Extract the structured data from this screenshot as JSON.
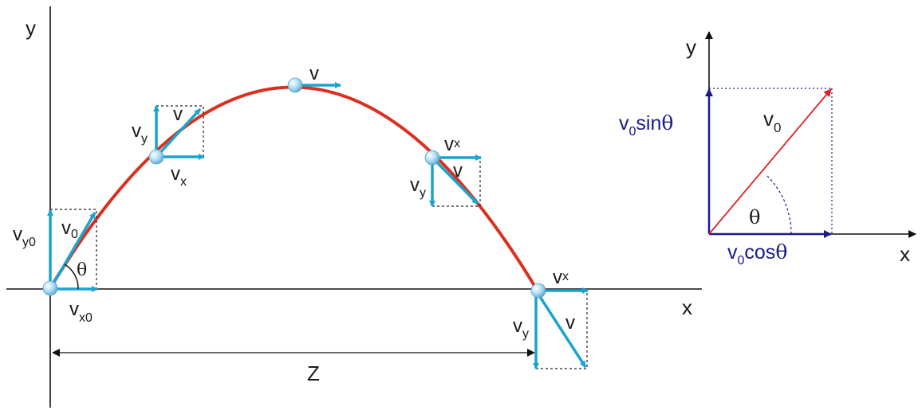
{
  "colors": {
    "trajectory": "#d9301f",
    "velocity_vector": "#1aa3cf",
    "axis": "#111111",
    "component_navy": "#1a1a8a",
    "initial_velocity_red": "#e02020",
    "ball": "#9fd8f2"
  },
  "left": {
    "axis_x": "x",
    "axis_y": "y",
    "range_label": "Z",
    "angle": "θ",
    "start": {
      "v": "v",
      "v_sub": "0",
      "vy": "v",
      "vy_sub": "y0",
      "vx": "v",
      "vx_sub": "x0"
    },
    "rising": {
      "v": "v",
      "vy": "v",
      "vy_sub": "y",
      "vx": "v",
      "vx_sub": "x"
    },
    "top": {
      "v": "v"
    },
    "falling": {
      "v": "v",
      "vy": "v",
      "vy_sub": "y",
      "vx": "v",
      "vx_sub": "x"
    },
    "landing": {
      "v": "v",
      "vy": "v",
      "vy_sub": "y",
      "vx": "v",
      "vx_sub": "x"
    }
  },
  "right": {
    "axis_x": "x",
    "axis_y": "y",
    "angle": "θ",
    "v0": "v",
    "v0_sub": "0",
    "vertical_comp": {
      "v": "v",
      "sub": "0",
      "func": "sin",
      "theta": "θ"
    },
    "horizontal_comp": {
      "v": "v",
      "sub": "0",
      "func": "cos",
      "theta": "θ"
    }
  }
}
